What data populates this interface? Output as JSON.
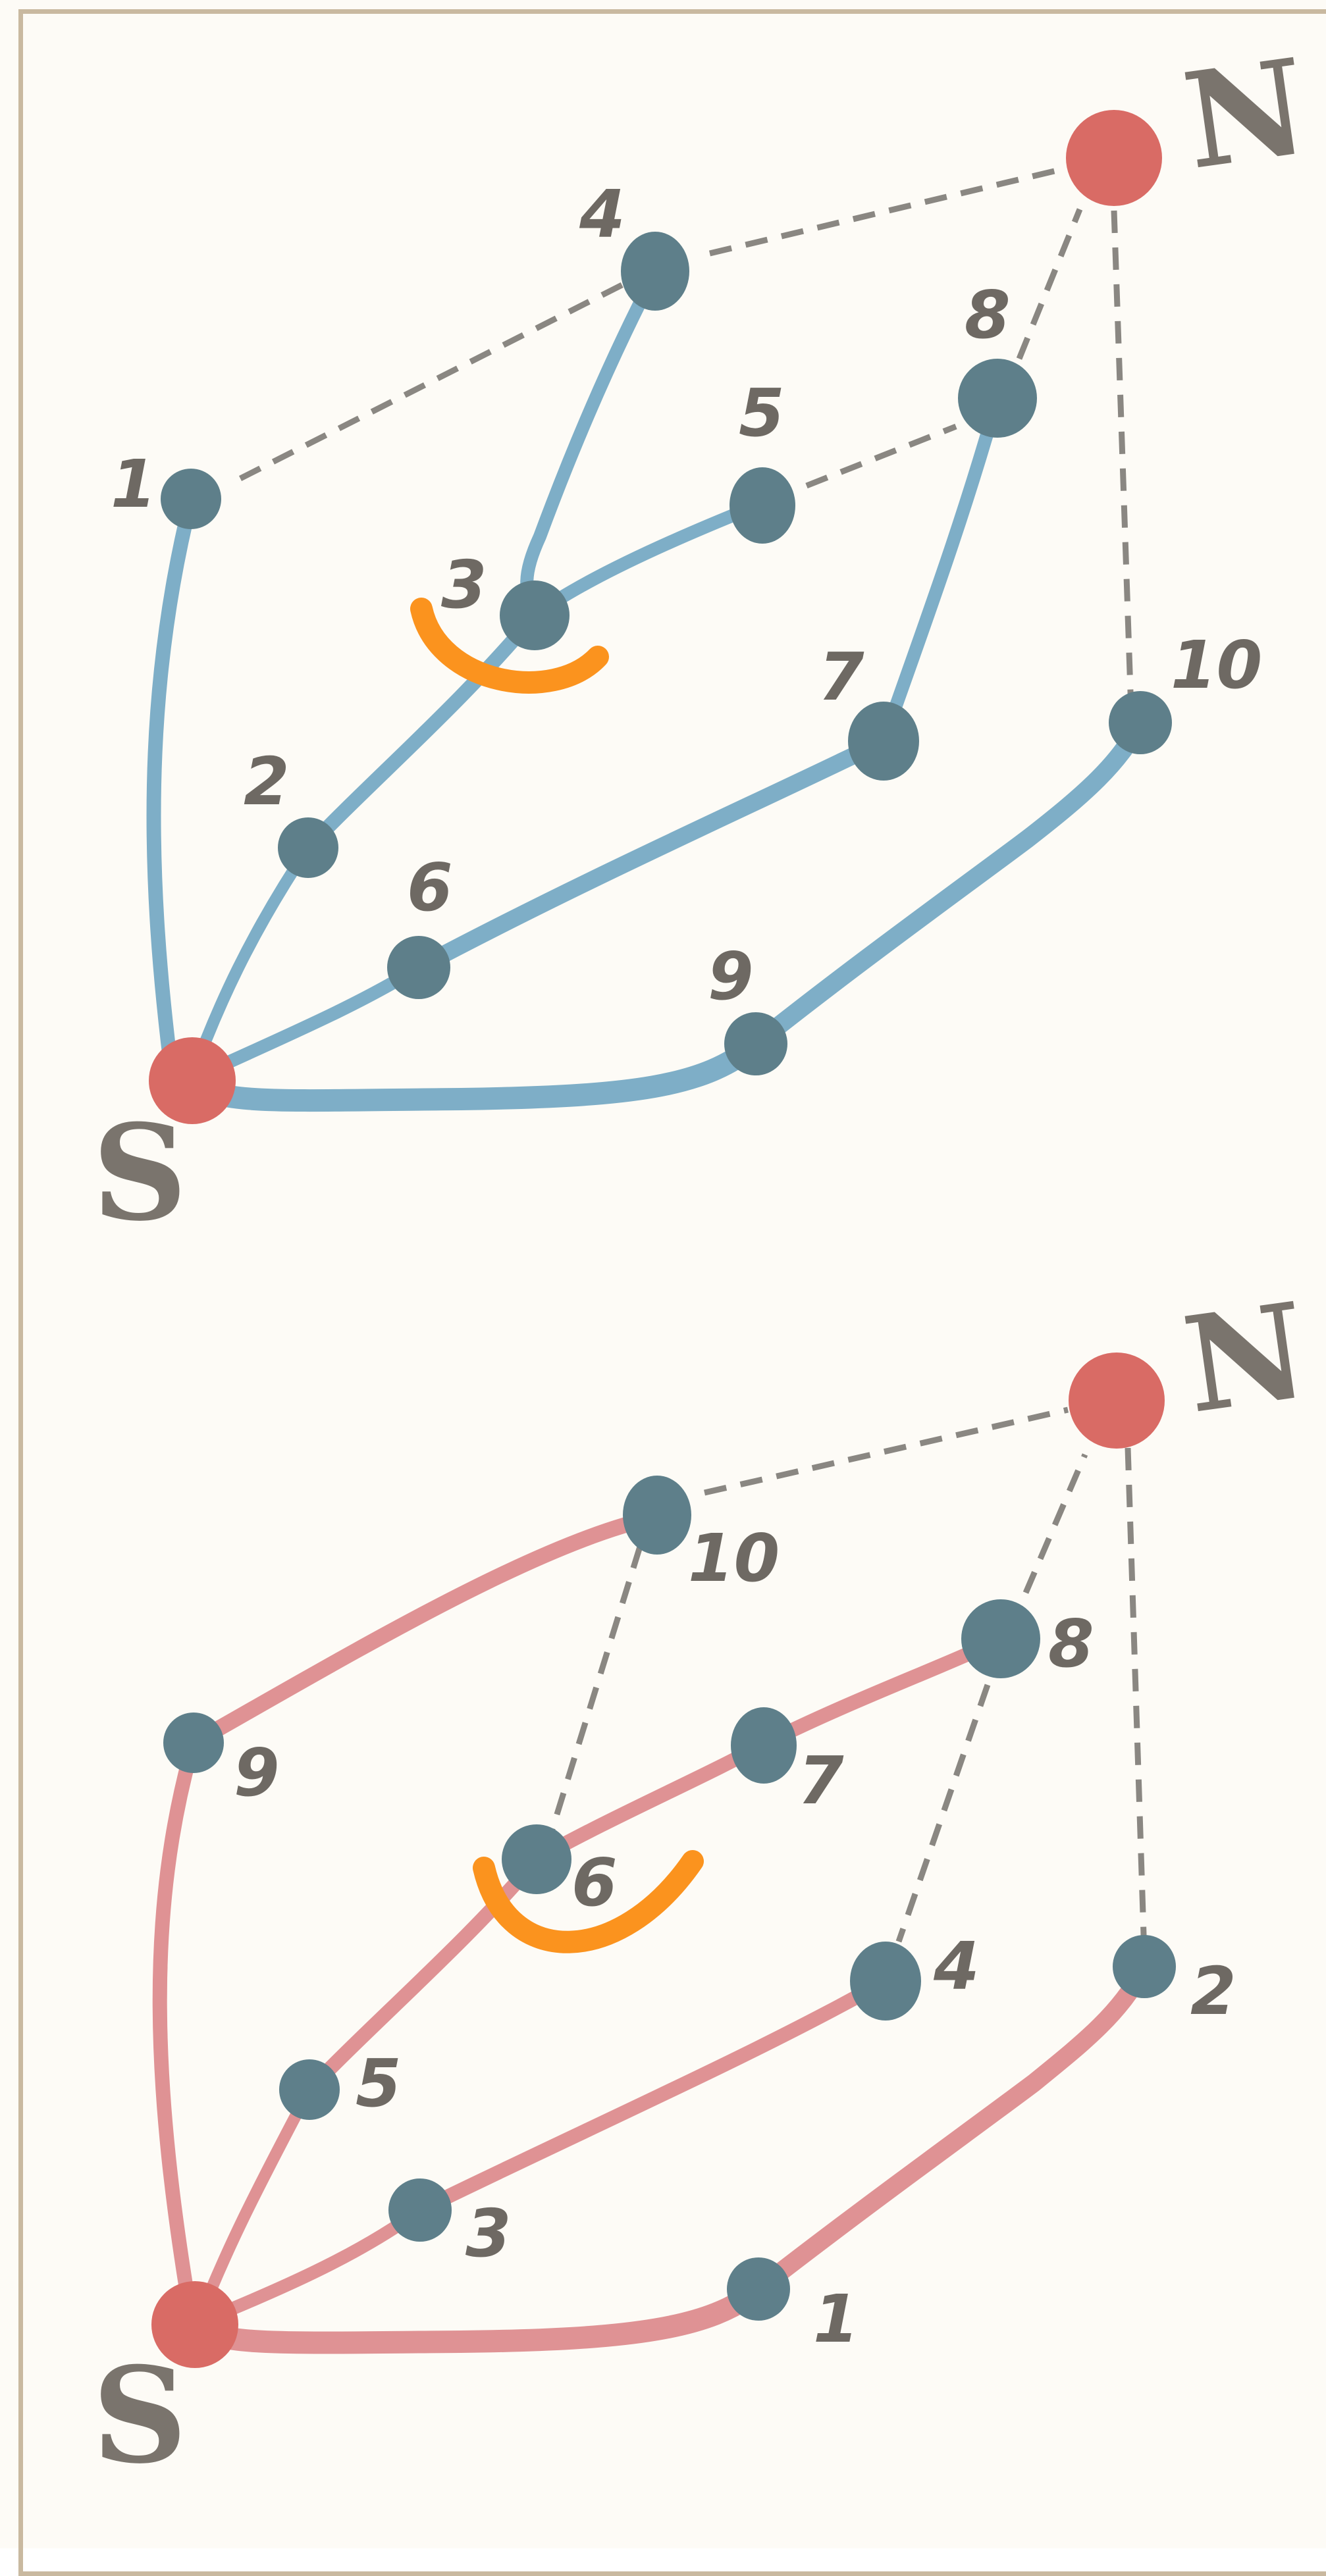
{
  "colors": {
    "background": "#fdfbf6",
    "frame": "#c9b9a0",
    "graph_a_edge": "#7eaec7",
    "graph_b_edge": "#df9294",
    "node": "#5e7f8a",
    "terminal": "#d96b65",
    "dashed": "#8a8782",
    "label": "#6e6963",
    "smile": "#fb931e"
  },
  "icons": [
    "smile-mark-icon"
  ],
  "graphs": [
    {
      "id": "a",
      "poles": {
        "south": "S",
        "north": "N"
      },
      "nodes": [
        "1",
        "2",
        "3",
        "4",
        "5",
        "6",
        "7",
        "8",
        "9",
        "10"
      ]
    },
    {
      "id": "b",
      "poles": {
        "south": "S",
        "north": "N"
      },
      "nodes": [
        "1",
        "2",
        "3",
        "4",
        "5",
        "6",
        "7",
        "8",
        "9",
        "10"
      ]
    }
  ]
}
